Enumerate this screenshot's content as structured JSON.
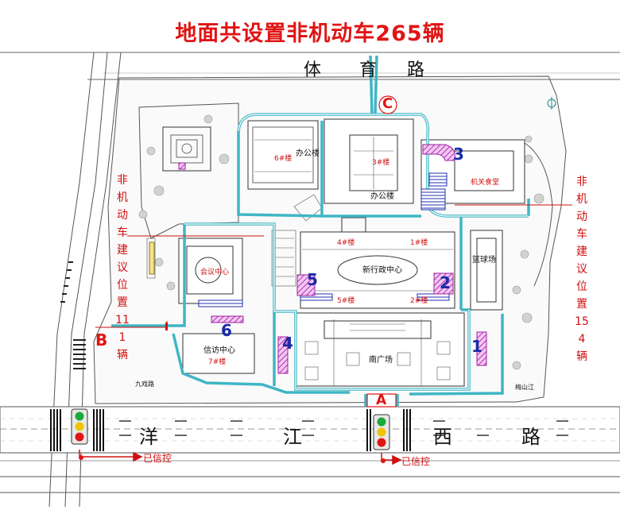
{
  "title": "地面共设置非机动车265辆",
  "roads": {
    "north": [
      "体",
      "育",
      "路"
    ],
    "south": [
      "洋",
      "江",
      "西",
      "路"
    ],
    "minor_left": "九戏路",
    "minor_right": "梅山江"
  },
  "side_labels": {
    "left": "非机动车建议位置111辆",
    "right": "非机动车建议位置154辆"
  },
  "entrances": {
    "a": "A",
    "b": "B",
    "c": "C"
  },
  "parking_markers": [
    "1",
    "2",
    "3",
    "4",
    "5",
    "6"
  ],
  "buildings": {
    "b6": "6#楼",
    "office_bldg": "办公楼",
    "b3": "3#楼",
    "office_bldg2": "办公楼",
    "canteen": "机关食堂",
    "basketball": "篮球场",
    "conference": "会议中心",
    "b4": "4#楼",
    "b1": "1#楼",
    "admin_center": "新行政中心",
    "b5": "5#楼",
    "b2": "2#楼",
    "south_plaza": "南广场",
    "petition": "信访中心",
    "b7": "7#楼"
  },
  "signals": {
    "left": "已信控",
    "right": "已信控"
  },
  "colors": {
    "title": "#e01414",
    "route": "#3fb6c4",
    "parking": "#c040c0",
    "label_blue": "#1a2aa8",
    "signal_red": "#e01414",
    "signal_yellow": "#f0c400",
    "signal_green": "#1fa83a"
  }
}
